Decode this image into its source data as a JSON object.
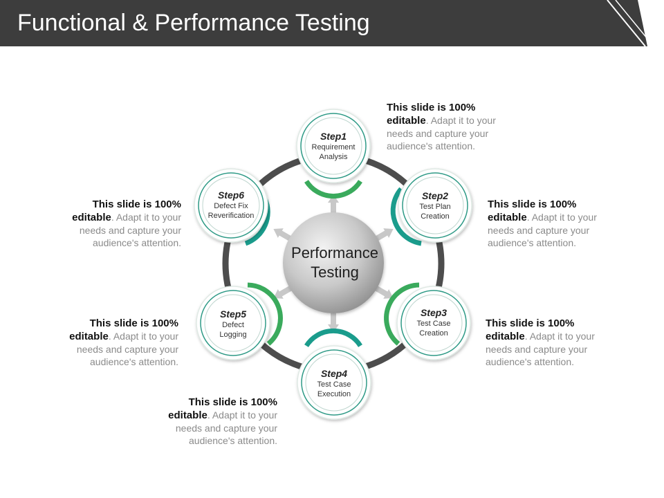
{
  "title": "Functional & Performance Testing",
  "center_label": "Performance Testing",
  "steps": [
    {
      "title": "Step1",
      "desc": "Requirement Analysis"
    },
    {
      "title": "Step2",
      "desc": "Test Plan Creation"
    },
    {
      "title": "Step3",
      "desc": "Test Case Creation"
    },
    {
      "title": "Step4",
      "desc": "Test Case Execution"
    },
    {
      "title": "Step5",
      "desc": "Defect Logging"
    },
    {
      "title": "Step6",
      "desc": "Defect Fix Reverification"
    }
  ],
  "callout": {
    "bold": "This slide is 100% editable",
    "rest": ". Adapt it to your needs and capture your audience's attention."
  },
  "colors": {
    "header": "#3d3d3d",
    "ring": "#4d4d4d",
    "green": "#3aaa5c",
    "teal": "#1a9c8c",
    "arrow": "#c8c8c8"
  }
}
